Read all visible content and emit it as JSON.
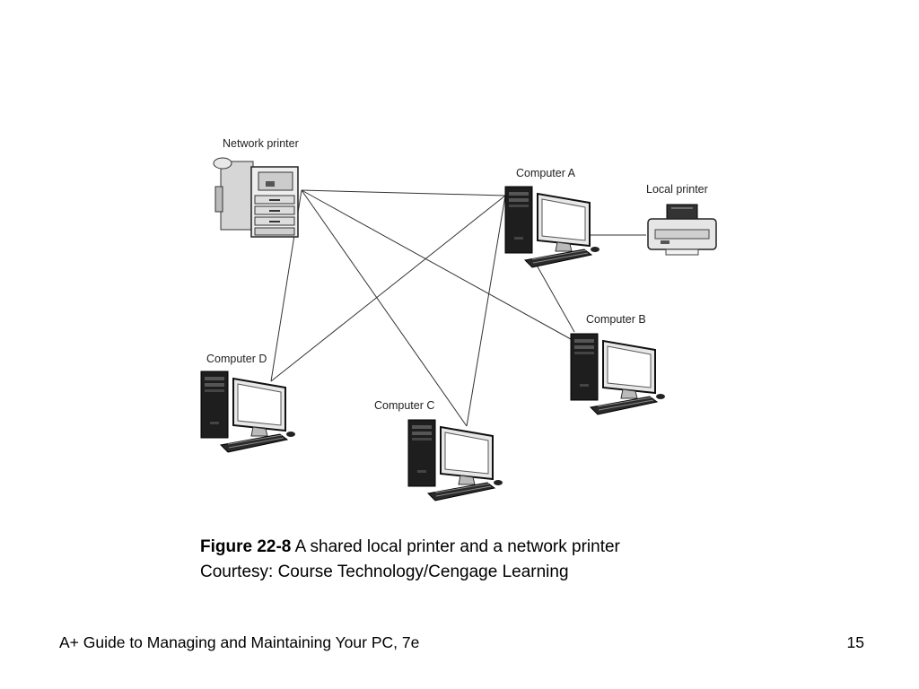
{
  "diagram": {
    "nodes": {
      "network_printer": {
        "label": "Network printer"
      },
      "computer_a": {
        "label": "Computer A"
      },
      "local_printer": {
        "label": "Local printer"
      },
      "computer_b": {
        "label": "Computer B"
      },
      "computer_c": {
        "label": "Computer C"
      },
      "computer_d": {
        "label": "Computer D"
      }
    },
    "connections": [
      [
        "network_printer",
        "computer_a"
      ],
      [
        "network_printer",
        "computer_b"
      ],
      [
        "network_printer",
        "computer_c"
      ],
      [
        "network_printer",
        "computer_d"
      ],
      [
        "computer_a",
        "computer_b"
      ],
      [
        "computer_a",
        "computer_c"
      ],
      [
        "computer_a",
        "computer_d"
      ],
      [
        "computer_a",
        "local_printer"
      ]
    ]
  },
  "caption": {
    "figure_number": "Figure 22-8",
    "text": "A shared local printer and a network printer",
    "credit": "Courtesy: Course Technology/Cengage Learning"
  },
  "footer": {
    "title": "A+ Guide to Managing and Maintaining Your PC, 7e",
    "page": "15"
  }
}
